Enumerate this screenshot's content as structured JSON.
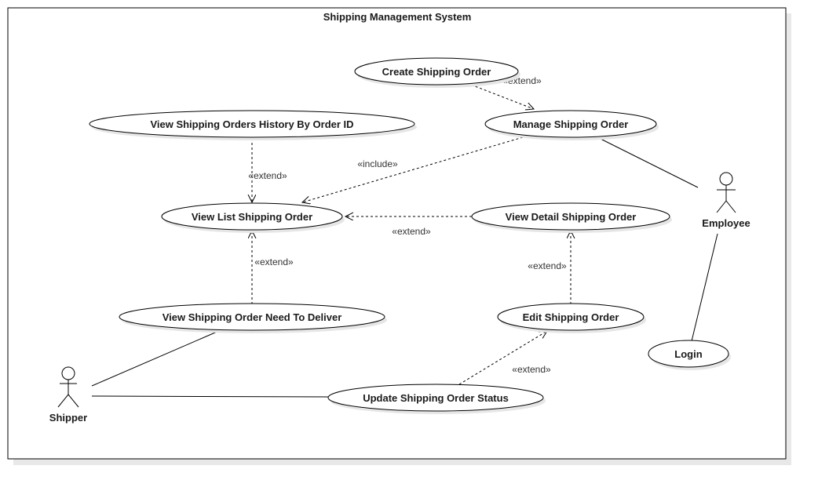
{
  "system": {
    "title": "Shipping Management System"
  },
  "actors": {
    "shipper": "Shipper",
    "employee": "Employee"
  },
  "use_cases": {
    "create_order": "Create Shipping Order",
    "manage_order": "Manage Shipping Order",
    "history_by_id": "View Shipping Orders History By Order ID",
    "view_list": "View List Shipping Order",
    "view_detail": "View Detail Shipping Order",
    "need_to_deliver": "View Shipping Order Need To Deliver",
    "edit_order": "Edit Shipping Order",
    "login": "Login",
    "update_status": "Update Shipping Order Status"
  },
  "relations": {
    "extend_create_manage": "«extend»",
    "include_manage_list": "«include»",
    "extend_history_list": "«extend»",
    "extend_detail_list": "«extend»",
    "extend_deliver_list": "«extend»",
    "extend_edit_detail": "«extend»",
    "extend_update_edit": "«extend»"
  },
  "colors": {
    "line": "#000000",
    "shadow": "#e6e6e6",
    "fill": "#ffffff"
  }
}
